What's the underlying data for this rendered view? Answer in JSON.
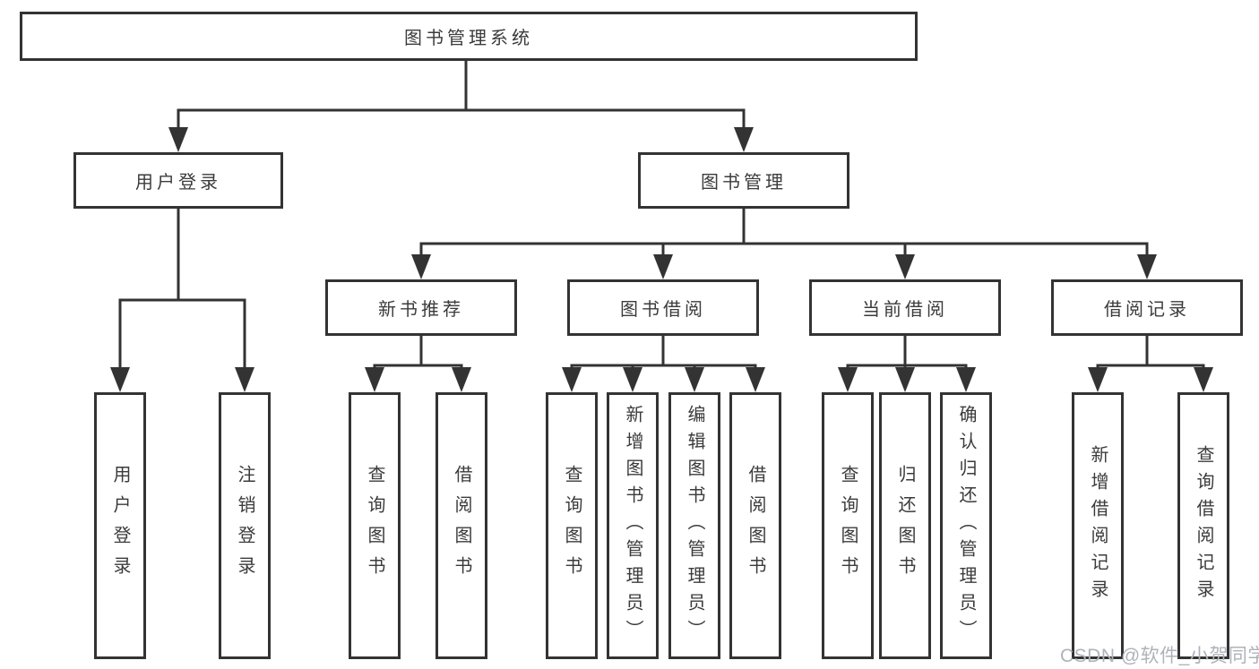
{
  "diagram_title": "图书管理系统",
  "nodes": {
    "root": {
      "label": "图书管理系统"
    },
    "level1": [
      {
        "label": "用户登录",
        "parent": "图书管理系统"
      },
      {
        "label": "图书管理",
        "parent": "图书管理系统"
      }
    ],
    "level2": [
      {
        "label": "新书推荐",
        "parent": "图书管理"
      },
      {
        "label": "图书借阅",
        "parent": "图书管理"
      },
      {
        "label": "当前借阅",
        "parent": "图书管理"
      },
      {
        "label": "借阅记录",
        "parent": "图书管理"
      }
    ],
    "leaves": [
      {
        "label": "用户登录",
        "parent": "用户登录"
      },
      {
        "label": "注销登录",
        "parent": "用户登录"
      },
      {
        "label": "查询图书",
        "parent": "新书推荐"
      },
      {
        "label": "借阅图书",
        "parent": "新书推荐"
      },
      {
        "label": "查询图书",
        "parent": "图书借阅"
      },
      {
        "label": "新增图书（管理员）",
        "parent": "图书借阅"
      },
      {
        "label": "编辑图书（管理员）",
        "parent": "图书借阅"
      },
      {
        "label": "借阅图书",
        "parent": "图书借阅"
      },
      {
        "label": "查询图书",
        "parent": "当前借阅"
      },
      {
        "label": "归还图书",
        "parent": "当前借阅"
      },
      {
        "label": "确认归还（管理员）",
        "parent": "当前借阅"
      },
      {
        "label": "新增借阅记录",
        "parent": "借阅记录"
      },
      {
        "label": "查询借阅记录",
        "parent": "借阅记录"
      }
    ]
  },
  "watermark": {
    "text": "CSDN @软件_小贺同学"
  },
  "colors": {
    "line": "#333333",
    "node_border": "#333333",
    "node_fill": "#ffffff",
    "text": "#3b3b3b",
    "watermark": "#aeb3b9",
    "background": "#ffffff"
  }
}
